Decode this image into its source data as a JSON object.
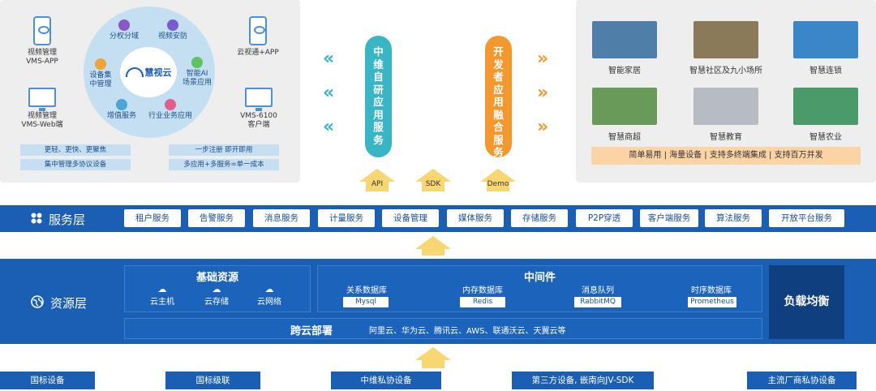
{
  "left_panel": {
    "devices": [
      {
        "label_line1": "视频管理",
        "label_line2": "VMS-APP"
      },
      {
        "label_line1": "视频管理",
        "label_line2": "VMS-Web端"
      },
      {
        "label_line1": "云视通+APP",
        "label_line2": ""
      },
      {
        "label_line1": "VMS-6100",
        "label_line2": "客户端"
      }
    ],
    "logo": "慧视云",
    "features": [
      {
        "line1": "分权分域",
        "line2": "",
        "icon": "user-key-icon",
        "color": "#8a56c8"
      },
      {
        "line1": "视频安防",
        "line2": "",
        "icon": "camera-icon",
        "color": "#7a5ad0"
      },
      {
        "line1": "设备集",
        "line2": "中管理",
        "icon": "device-icon",
        "color": "#f0a33a"
      },
      {
        "line1": "智能AI",
        "line2": "场景应用",
        "icon": "ai-icon",
        "color": "#5fc35f"
      },
      {
        "line1": "增值服务",
        "line2": "",
        "icon": "value-icon",
        "color": "#4aa6d6"
      },
      {
        "line1": "行业业务应用",
        "line2": "",
        "icon": "industry-icon",
        "color": "#e0608a"
      }
    ],
    "tags": [
      "更轻、更快、更聚焦",
      "集中管理多协议设备",
      "一步注册  即开即用",
      "多应用+多服务=单一成本"
    ]
  },
  "pills": {
    "teal": [
      "中",
      "维",
      "自",
      "研",
      "应",
      "用",
      "服",
      "务"
    ],
    "orange": [
      "开",
      "发",
      "者",
      "应",
      "用",
      "融",
      "合",
      "服",
      "务"
    ]
  },
  "right_panel": {
    "scenes": [
      {
        "label": "智能家居",
        "color": "#4f7fa8"
      },
      {
        "label": "智慧社区及九小场所",
        "color": "#8a7a5a"
      },
      {
        "label": "智慧连锁",
        "color": "#3a86c6"
      },
      {
        "label": "智慧商超",
        "color": "#6a9a5a"
      },
      {
        "label": "智慧教育",
        "color": "#b7bcc4"
      },
      {
        "label": "智慧农业",
        "color": "#4a9a6a"
      }
    ],
    "bar_text": "简单易用  |  海量设备  |  支持多终端集成  |  支持百万并发"
  },
  "arrow_labels": [
    "API",
    "SDK",
    "Demo"
  ],
  "service_layer": {
    "title": "服务层",
    "services": [
      "租户服务",
      "告警服务",
      "消息服务",
      "计量服务",
      "设备管理",
      "媒体服务",
      "存储服务",
      "P2P穿透",
      "客户端服务",
      "算法服务",
      "开放平台服务"
    ]
  },
  "resource_layer": {
    "title": "资源层",
    "basic": {
      "title": "基础资源",
      "items": [
        "云主机",
        "云存储",
        "云网络"
      ]
    },
    "middleware": {
      "title": "中间件",
      "items": [
        {
          "label": "关系数据库",
          "value": "Mysql"
        },
        {
          "label": "内存数据库",
          "value": "Redis"
        },
        {
          "label": "消息队列",
          "value": "RabbitMQ"
        },
        {
          "label": "时序数据库",
          "value": "Prometheus"
        }
      ]
    },
    "cross_cloud": {
      "title": "跨云部署",
      "text": "阿里云、华为云、腾讯云、AWS、联通沃云、天翼云等"
    },
    "load_balance": "负载均衡"
  },
  "bottom": [
    "国标设备",
    "国标级联",
    "中维私协设备",
    "第三方设备, 嵌南向JV-SDK",
    "主流厂商私协设备"
  ]
}
